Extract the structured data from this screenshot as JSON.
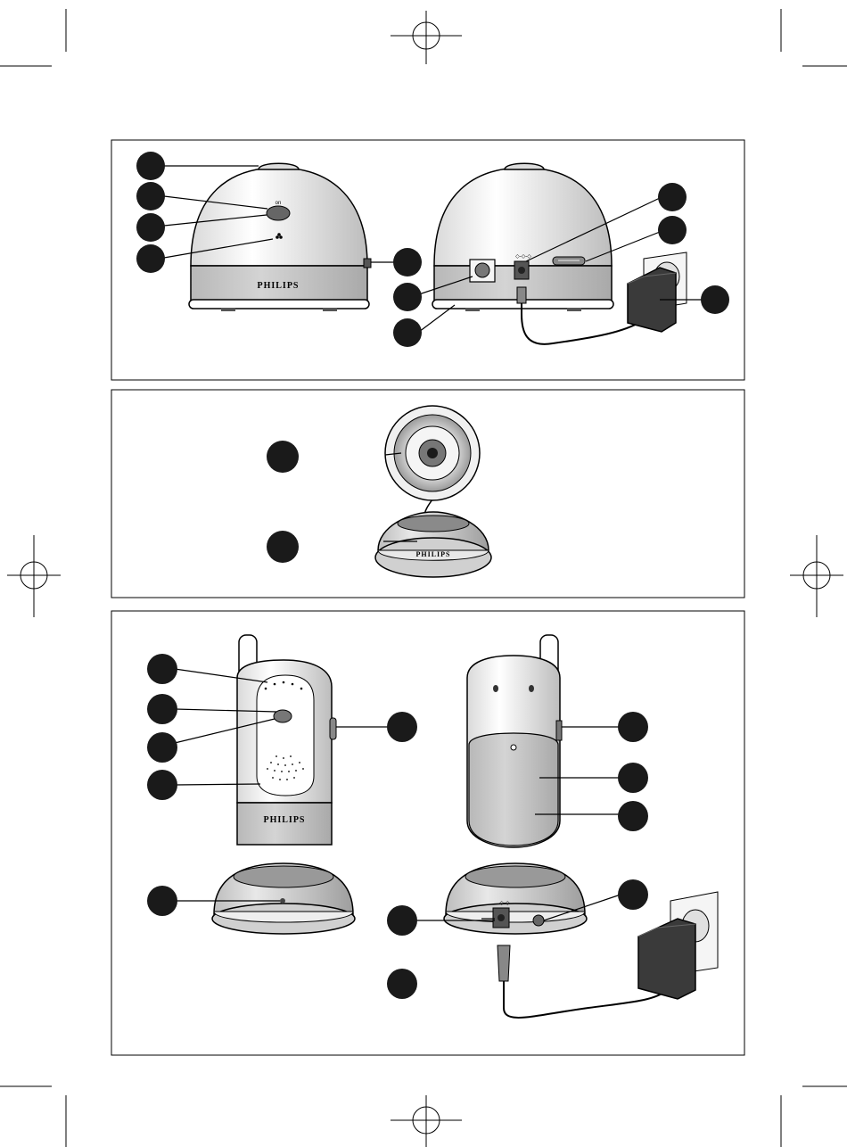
{
  "brand": {
    "logo": "PHILIPS"
  },
  "markings": {
    "dc_symbol": "◇-◇-◇",
    "dc_symbol_small": "◇-◇",
    "on_label": "on"
  },
  "colors": {
    "line": "#000000",
    "callout_dot": "#1a1a1a",
    "unit_body": "#f2f2f2",
    "unit_band": "#c9c9c9",
    "adapter": "#3a3a3a"
  },
  "panels": [
    {
      "id": "baby-unit",
      "description_items": 11
    },
    {
      "id": "camera",
      "description_items": 2
    },
    {
      "id": "parent-unit",
      "description_items": 12
    }
  ]
}
